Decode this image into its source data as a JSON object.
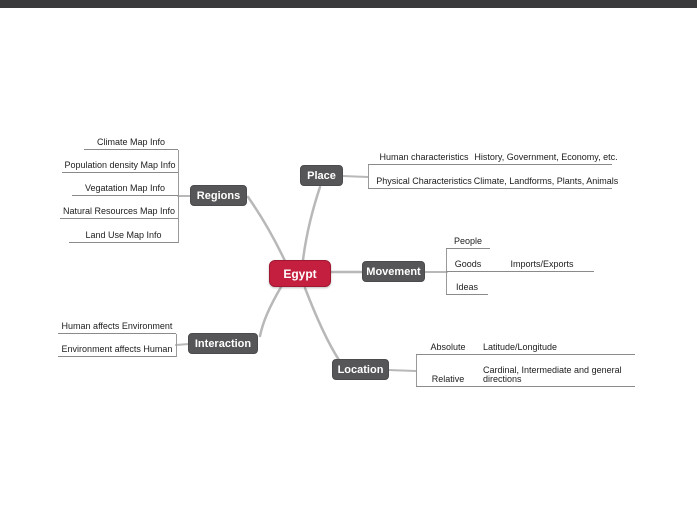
{
  "root": {
    "label": "Egypt"
  },
  "branches": {
    "regions": {
      "label": "Regions",
      "items": [
        {
          "label": "Climate Map Info"
        },
        {
          "label": "Population density Map Info"
        },
        {
          "label": "Vegatation Map Info"
        },
        {
          "label": "Natural Resources Map Info"
        },
        {
          "label": "Land Use Map Info"
        }
      ]
    },
    "place": {
      "label": "Place",
      "items": [
        {
          "label": "Human characteristics",
          "child": "History, Government, Economy, etc."
        },
        {
          "label": "Physical Characteristics",
          "child": "Climate, Landforms, Plants, Animals"
        }
      ]
    },
    "movement": {
      "label": "Movement",
      "items": [
        {
          "label": "People"
        },
        {
          "label": "Goods",
          "child": "Imports/Exports"
        },
        {
          "label": "Ideas"
        }
      ]
    },
    "interaction": {
      "label": "Interaction",
      "items": [
        {
          "label": "Human affects Environment"
        },
        {
          "label": "Environment affects Human"
        }
      ]
    },
    "location": {
      "label": "Location",
      "items": [
        {
          "label": "Absolute",
          "child": "Latitude/Longitude"
        },
        {
          "label": "Relative",
          "child": "Cardinal, Intermediate and general directions"
        }
      ]
    }
  },
  "colors": {
    "root_bg": "#c41f3e",
    "branch_bg": "#565658",
    "curve_line": "#b8b8b8",
    "underline": "#8a8a8a",
    "top_bar": "#3a3a3c"
  }
}
